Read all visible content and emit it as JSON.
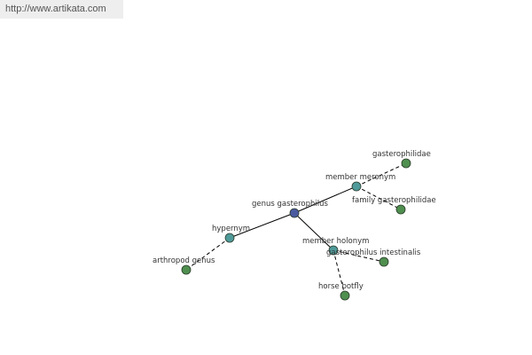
{
  "watermark": {
    "url_text": "http://www.artikata.com"
  },
  "colors": {
    "root_node": "#4a5aa0",
    "relation_node": "#4f9a9a",
    "leaf_node": "#4f8f4f",
    "edge": "#000000"
  },
  "graph": {
    "nodes": [
      {
        "id": "root",
        "label": "genus gasterophilus",
        "kind": "root"
      },
      {
        "id": "member-meronym",
        "label": "member meronym",
        "kind": "relation"
      },
      {
        "id": "hypernym",
        "label": "hypernym",
        "kind": "relation"
      },
      {
        "id": "member-holonym",
        "label": "member holonym",
        "kind": "relation"
      },
      {
        "id": "gasterophilidae",
        "label": "gasterophilidae",
        "kind": "leaf"
      },
      {
        "id": "family-gasterophilidae",
        "label": "family gasterophilidae",
        "kind": "leaf"
      },
      {
        "id": "arthropod-genus",
        "label": "arthropod genus",
        "kind": "leaf"
      },
      {
        "id": "gasterophilus-intestinalis",
        "label": "gasterophilus intestinalis",
        "kind": "leaf"
      },
      {
        "id": "horse-botfly",
        "label": "horse botfly",
        "kind": "leaf"
      }
    ],
    "edges": [
      {
        "from": "root",
        "to": "member-meronym",
        "style": "solid"
      },
      {
        "from": "root",
        "to": "hypernym",
        "style": "solid"
      },
      {
        "from": "root",
        "to": "member-holonym",
        "style": "solid"
      },
      {
        "from": "member-meronym",
        "to": "gasterophilidae",
        "style": "dashed"
      },
      {
        "from": "member-meronym",
        "to": "family-gasterophilidae",
        "style": "dashed"
      },
      {
        "from": "hypernym",
        "to": "arthropod-genus",
        "style": "dashed"
      },
      {
        "from": "member-holonym",
        "to": "gasterophilus-intestinalis",
        "style": "dashed"
      },
      {
        "from": "member-holonym",
        "to": "horse-botfly",
        "style": "dashed"
      }
    ]
  }
}
